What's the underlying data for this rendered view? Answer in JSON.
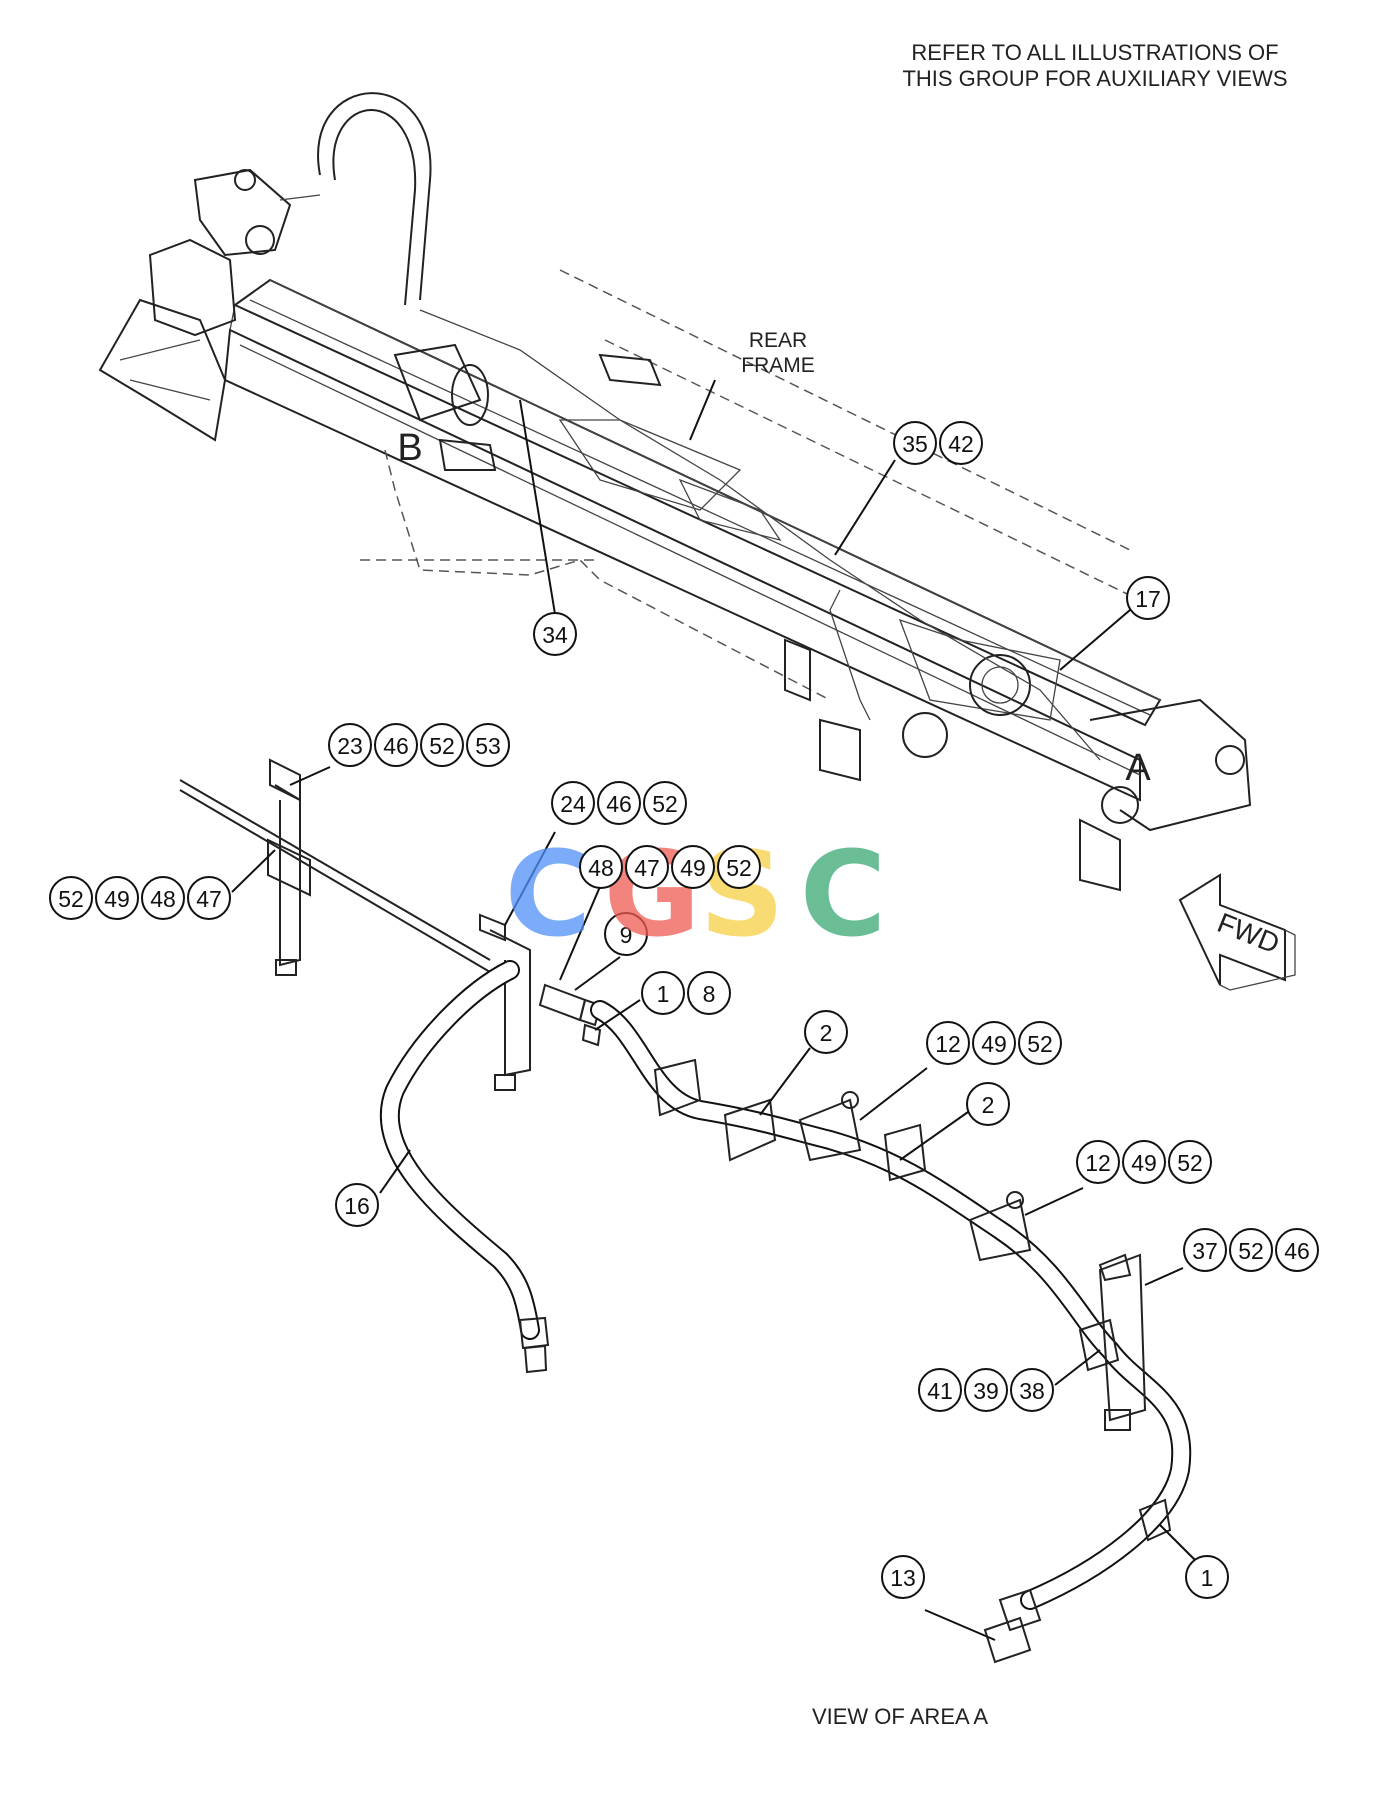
{
  "notes": {
    "refer_line1": "REFER TO ALL ILLUSTRATIONS OF",
    "refer_line2": "THIS GROUP FOR AUXILIARY VIEWS",
    "rear_frame_line1": "REAR",
    "rear_frame_line2": "FRAME",
    "view_letter_b": "B",
    "view_letter_a": "A",
    "fwd_arrow": "FWD",
    "view_caption": "VIEW OF AREA A"
  },
  "watermark": {
    "letters": [
      "C",
      "G",
      "S",
      "C"
    ],
    "colors": [
      "#4f8ff7",
      "#ee5a52",
      "#f7cf45",
      "#3aa873"
    ]
  },
  "callouts": {
    "c34": "34",
    "c35": "35",
    "c42": "42",
    "c17": "17",
    "c23": "23",
    "c46a": "46",
    "c52a": "52",
    "c53": "53",
    "c24": "24",
    "c46b": "46",
    "c52b": "52",
    "c48": "48",
    "c47": "47",
    "c49": "49",
    "c52c": "52",
    "c52d": "52",
    "c49b": "49",
    "c48b": "48",
    "c47b": "47",
    "c9": "9",
    "c1a": "1",
    "c8": "8",
    "c2a": "2",
    "c12a": "12",
    "c49c": "49",
    "c52e": "52",
    "c2b": "2",
    "c12b": "12",
    "c49d": "49",
    "c52f": "52",
    "c37": "37",
    "c52g": "52",
    "c46c": "46",
    "c41": "41",
    "c39": "39",
    "c38": "38",
    "c16": "16",
    "c13": "13",
    "c1b": "1"
  }
}
